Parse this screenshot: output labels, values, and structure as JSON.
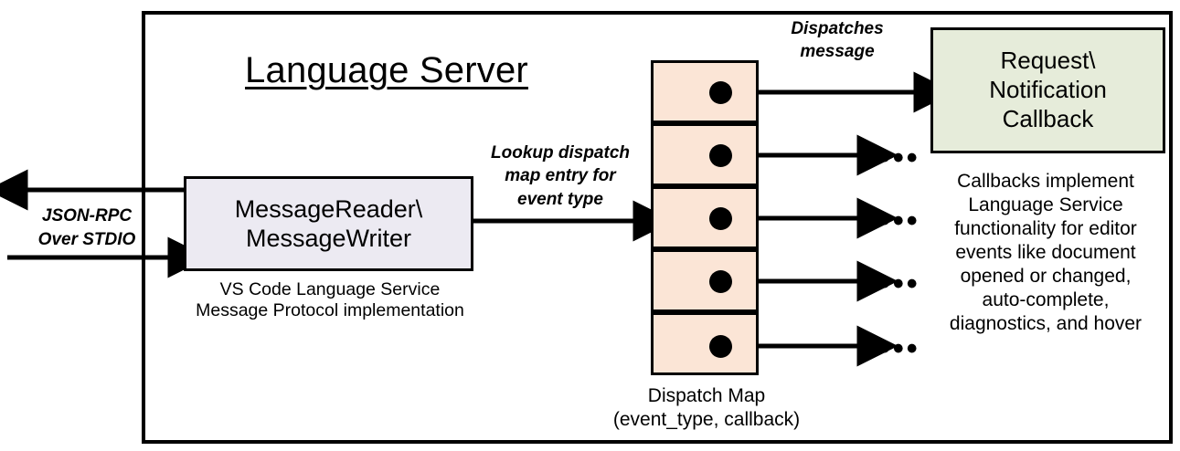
{
  "diagram": {
    "title": "Language Server",
    "outer_border_color": "#000000",
    "background": "#ffffff"
  },
  "io": {
    "protocol_label": "JSON-RPC\nOver STDIO",
    "outbound_arrow": "arrow-left-out",
    "inbound_arrow": "arrow-right-in"
  },
  "message_reader": {
    "title": "MessageReader\\\nMessageWriter",
    "caption": "VS Code Language Service\nMessage Protocol implementation",
    "fill": "#eceaf2"
  },
  "lookup": {
    "label": "Lookup dispatch\nmap entry for\nevent type"
  },
  "dispatch_map": {
    "caption": "Dispatch Map\n(event_type, callback)",
    "fill": "#fbe5d6",
    "rows": [
      {
        "index": 1,
        "dot": true,
        "target": "callback"
      },
      {
        "index": 2,
        "dot": true,
        "target": "ellipsis"
      },
      {
        "index": 3,
        "dot": true,
        "target": "ellipsis"
      },
      {
        "index": 4,
        "dot": true,
        "target": "ellipsis"
      },
      {
        "index": 5,
        "dot": true,
        "target": "ellipsis"
      }
    ],
    "ellipsis_glyph": "•••"
  },
  "dispatches": {
    "label": "Dispatches\nmessage"
  },
  "callback": {
    "title": "Request\\\nNotification\nCallback",
    "caption": "Callbacks implement\nLanguage Service\nfunctionality for editor\nevents like document\nopened or changed,\nauto-complete,\ndiagnostics, and hover",
    "fill": "#e6ecda"
  }
}
